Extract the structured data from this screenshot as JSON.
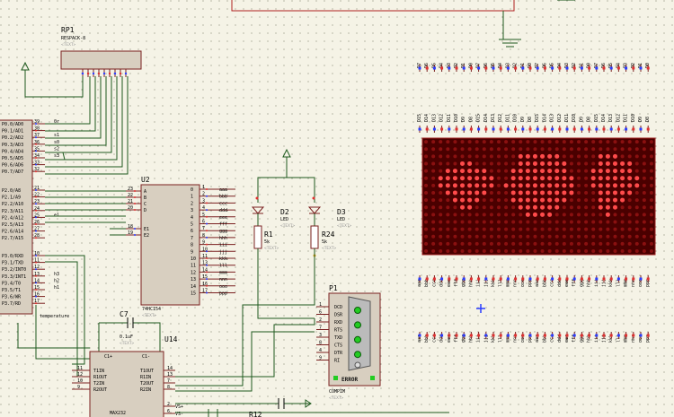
{
  "components": {
    "rp1": {
      "ref": "RP1",
      "value": "RESPACK-8",
      "placeholder": "<TEXT>"
    },
    "u2": {
      "ref": "U2",
      "value": "74HC154",
      "placeholder": "<TEXT>",
      "in_pins": [
        "A",
        "B",
        "C",
        "D"
      ],
      "in_nums": [
        "23",
        "22",
        "21",
        "20"
      ],
      "en_pins": [
        "E1",
        "E2"
      ],
      "en_nums": [
        "18",
        "19"
      ],
      "out_nums": [
        "1",
        "2",
        "3",
        "4",
        "5",
        "6",
        "7",
        "8",
        "9",
        "10",
        "11",
        "13",
        "14",
        "15",
        "16",
        "17"
      ],
      "out_names": [
        "0",
        "1",
        "2",
        "3",
        "4",
        "5",
        "6",
        "7",
        "8",
        "9",
        "10",
        "11",
        "12",
        "13",
        "14",
        "15"
      ]
    },
    "d2": {
      "ref": "D2",
      "value": "LED",
      "placeholder": "<TEXT>"
    },
    "d3": {
      "ref": "D3",
      "value": "LED",
      "placeholder": "<TEXT>"
    },
    "r1": {
      "ref": "R1",
      "value": "5k",
      "placeholder": "<TEXT>"
    },
    "r24": {
      "ref": "R24",
      "value": "5k",
      "placeholder": "<TEXT>"
    },
    "c7": {
      "ref": "C7",
      "value": "0.1uF",
      "placeholder": "<TEXT>"
    },
    "u14": {
      "ref": "U14",
      "value": "MAX232",
      "top_left": "C1+",
      "top_right": "C1-",
      "left_pins": [
        "T1IN",
        "R1OUT",
        "T2IN",
        "R2OUT"
      ],
      "left_nums": [
        "11",
        "12",
        "10",
        "9"
      ],
      "right_pins": [
        "T1OUT",
        "R1IN",
        "T2OUT",
        "R2IN"
      ],
      "right_nums": [
        "14",
        "13",
        "7",
        "8"
      ],
      "power_pins": [
        "VS+",
        "VS-"
      ],
      "power_nums": [
        "2",
        "6"
      ]
    },
    "p1": {
      "ref": "P1",
      "model": "COMPIM",
      "placeholder": "<TEXT>",
      "status": "ERROR",
      "pins": [
        "DCD",
        "DSR",
        "RXD",
        "RTS",
        "TXD",
        "CTS",
        "DTR",
        "RI"
      ],
      "nums": [
        "1",
        "6",
        "2",
        "7",
        "3",
        "8",
        "4",
        "9"
      ]
    },
    "mcu_port0": [
      "P0.0/AD0",
      "P0.1/AD1",
      "P0.2/AD2",
      "P0.3/AD3",
      "P0.4/AD4",
      "P0.5/AD5",
      "P0.6/AD6",
      "P0.7/AD7"
    ],
    "mcu_port0_nums": [
      "39",
      "38",
      "37",
      "36",
      "35",
      "34",
      "33",
      "32"
    ],
    "mcu_port2": [
      "P2.0/A8",
      "P2.1/A9",
      "P2.2/A10",
      "P2.3/A11",
      "P2.4/A12",
      "P2.5/A13",
      "P2.6/A14",
      "P2.7/A15"
    ],
    "mcu_port2_nums": [
      "21",
      "22",
      "23",
      "24",
      "25",
      "26",
      "27",
      "28"
    ],
    "mcu_port3": [
      "P3.0/RXD",
      "P3.1/TXD",
      "P3.2/INT0",
      "P3.3/INT1",
      "P3.4/T0",
      "P3.5/T1",
      "P3.6/WR",
      "P3.7/RD"
    ],
    "mcu_port3_nums": [
      "10",
      "11",
      "12",
      "13",
      "14",
      "15",
      "16",
      "17"
    ],
    "net_labels": {
      "port0": [
        "0r",
        "",
        "s1",
        "s0",
        "s2",
        "s3",
        "",
        ""
      ],
      "port2": [
        "",
        "",
        "",
        "",
        "e1",
        "",
        "",
        ""
      ],
      "port3": [
        "",
        "",
        "",
        "h3",
        "h2",
        "h1",
        "",
        ""
      ],
      "temp": "temperature"
    },
    "u2_out_labels": [
      "aaa",
      "bbb",
      "ccc",
      "ddd",
      "eee",
      "fff",
      "ggg",
      "hhh",
      "iii",
      "jjj",
      "kkk",
      "lll",
      "mmm",
      "nnn",
      "ooo",
      "ppp"
    ],
    "top_labels": [
      "D7",
      "D6",
      "D5",
      "D4",
      "D3",
      "D2",
      "D1",
      "D0",
      "D7",
      "D6",
      "D5",
      "D4",
      "D3",
      "D2",
      "D1",
      "D0",
      "D7",
      "D6",
      "D5",
      "D4",
      "D3",
      "D2",
      "D1",
      "D0",
      "D7",
      "D6",
      "D5",
      "D4",
      "D3",
      "D2",
      "D1",
      "D0"
    ],
    "mid_labels": [
      "D15",
      "D14",
      "D13",
      "D12",
      "D11",
      "D10",
      "D9",
      "D8",
      "D15",
      "D14",
      "D13",
      "D12",
      "D11",
      "D10",
      "D9",
      "D8",
      "D15",
      "D14",
      "D13",
      "D12",
      "D11",
      "D10",
      "D9",
      "D8",
      "D15",
      "D14",
      "D13",
      "D12",
      "D11",
      "D10",
      "D9",
      "D8"
    ],
    "bot_labels": [
      "aaa",
      "bbb",
      "ccc",
      "ddd",
      "eee",
      "fff",
      "ggg",
      "hhh",
      "iii",
      "jjj",
      "kkk",
      "lll",
      "mmm",
      "nnn",
      "ooo",
      "ppp",
      "aaa",
      "bbb",
      "ccc",
      "ddd",
      "eee",
      "fff",
      "ggg",
      "hhh",
      "iii",
      "jjj",
      "kkk",
      "lll",
      "mmm",
      "nnn",
      "ooo",
      "ppp"
    ],
    "bot2_labels": [
      "aaa",
      "bbb",
      "ccc",
      "ddd",
      "eee",
      "fff",
      "ggg",
      "hhh",
      "iii",
      "jjj",
      "kkk",
      "lll",
      "mmm",
      "nnn",
      "ooo",
      "ppp",
      "aaa",
      "bbb",
      "ccc",
      "ddd",
      "eee",
      "fff",
      "ggg",
      "hhh",
      "iii",
      "jjj",
      "kkk",
      "lll",
      "mmm",
      "nnn",
      "ooo",
      "ppp"
    ]
  },
  "matrix": {
    "cols": 32,
    "rows": 16,
    "lit": [
      [],
      [],
      [
        13,
        14,
        15,
        16,
        17,
        18,
        24,
        25,
        26
      ],
      [
        5,
        6,
        13,
        14,
        15,
        16,
        17,
        18,
        19,
        24,
        25,
        26,
        27,
        28
      ],
      [
        3,
        4,
        5,
        6,
        7,
        8,
        12,
        13,
        14,
        15,
        16,
        17,
        18,
        19,
        23,
        24,
        25,
        26,
        27,
        28
      ],
      [
        2,
        3,
        4,
        5,
        6,
        7,
        8,
        9,
        12,
        13,
        14,
        15,
        16,
        17,
        18,
        19,
        20,
        23,
        24,
        25,
        26,
        27,
        28,
        29
      ],
      [
        2,
        3,
        4,
        5,
        6,
        7,
        8,
        9,
        11,
        12,
        13,
        14,
        15,
        16,
        17,
        18,
        19,
        20,
        23,
        24,
        25,
        26,
        27,
        28,
        29
      ],
      [
        3,
        4,
        5,
        6,
        7,
        8,
        12,
        13,
        14,
        15,
        16,
        17,
        18,
        19,
        20,
        24,
        25,
        26,
        27,
        28
      ],
      [
        4,
        5,
        6,
        7,
        12,
        13,
        14,
        15,
        16,
        17,
        18,
        19,
        24,
        25,
        26,
        27
      ],
      [
        5,
        6,
        13,
        14,
        15,
        16,
        17,
        18,
        24,
        25,
        26
      ],
      [
        14,
        15,
        16,
        17,
        25
      ],
      [],
      [],
      [],
      [],
      []
    ],
    "colors": {
      "bg": "#4a0000",
      "off": "#8a1010",
      "on": "#ff4b4b"
    }
  },
  "colors": {
    "wire": "#1e5a1e",
    "chip_fill": "#d8cfc0",
    "chip_stroke": "#7a2020",
    "pin_blue": "#2a3cff",
    "pin_red": "#e03030",
    "led_green": "#22cc22"
  }
}
